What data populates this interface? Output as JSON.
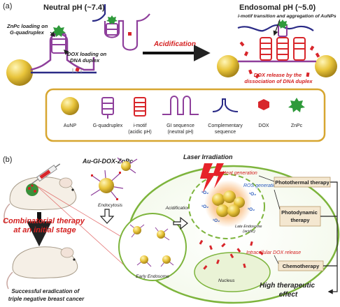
{
  "panel_a": {
    "label": "(a)",
    "neutral_title": "Neutral pH (~7.4)",
    "endosomal_title": "Endosomal pH (~5.0)",
    "znpc_loading": [
      "ZnPc loading on",
      "G-quadruplex"
    ],
    "dox_loading": [
      "DOX loading on",
      "DNA duplex"
    ],
    "acidification": "Acidification",
    "imotif_note": "i-motif transition and aggregation of AuNPs",
    "dox_release": [
      "DOX release by the",
      "dissociation of DNA duplex"
    ]
  },
  "legend": {
    "items": [
      {
        "label": [
          "AuNP"
        ]
      },
      {
        "label": [
          "G-quadruplex"
        ]
      },
      {
        "label": [
          "i-motif",
          "(acidic pH)"
        ]
      },
      {
        "label": [
          "GI sequence",
          "(neutral pH)"
        ]
      },
      {
        "label": [
          "Complementary",
          "sequence"
        ]
      },
      {
        "label": [
          "DOX"
        ]
      },
      {
        "label": [
          "ZnPc"
        ]
      }
    ]
  },
  "panel_b": {
    "label": "(b)",
    "nanoparticle": "Au-GI-DOX-ZnPc",
    "endocytosis": "Endocytosis",
    "combinatorial": [
      "Combinatorial therapy",
      "at an initial stage"
    ],
    "eradication": [
      "Successful eradication of",
      "triple negative breast cancer"
    ],
    "laser": "Laser Irradiation",
    "heat": "Heat generation",
    "ros": "ROS generation",
    "acidification": "Acidification",
    "early_endosome": "Early Endosome",
    "late_endosome": [
      "Late Endosome",
      "(acidic)"
    ],
    "dox_release": "Intracellular DOX release",
    "nucleus": "Nucleus",
    "photothermal": "Photothermal therapy",
    "photodynamic": [
      "Photodynamic",
      "therapy"
    ],
    "chemotherapy": "Chemotherapy",
    "high_effect": [
      "High therapeutic",
      "effect"
    ],
    "singlet_oxygen": "¹O₂"
  },
  "colors": {
    "gold": "#e8c43a",
    "strand_purple": "#8e3f9b",
    "strand_navy": "#2a2a86",
    "dox_red": "#d8262b",
    "znpc_green": "#2f9a3b",
    "highlight_red": "#d42020",
    "ros_blue": "#2a5bbf",
    "cell_green": "#7db43c",
    "legend_border": "#d7a630",
    "therapy_box": "#f4e7d0"
  }
}
